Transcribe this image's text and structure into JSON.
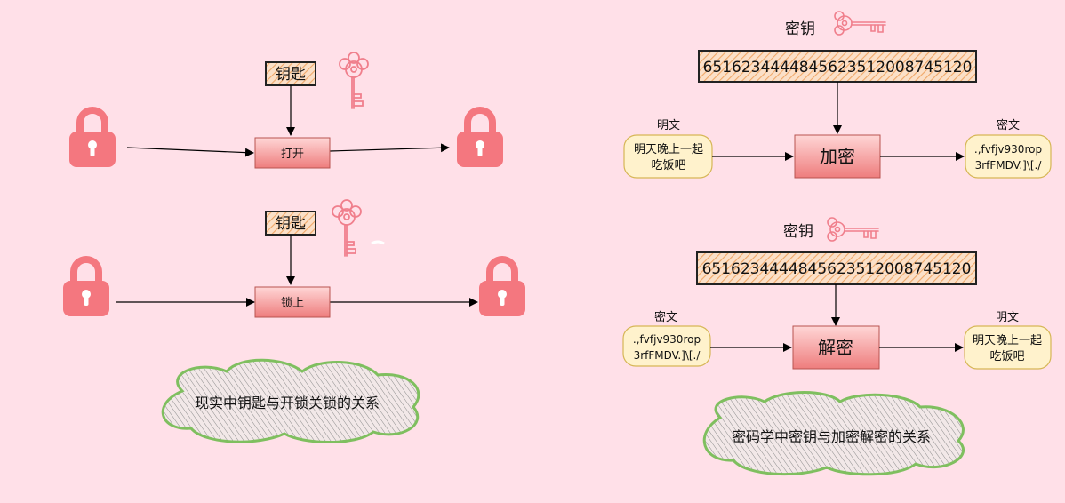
{
  "left": {
    "top_row": {
      "key_label": "钥匙",
      "action_label": "打开"
    },
    "bottom_row": {
      "key_label": "钥匙",
      "action_label": "锁上"
    },
    "caption": "现实中钥匙与开锁关锁的关系"
  },
  "right": {
    "encrypt": {
      "key_title": "密钥",
      "key_value": "6516234444845623512008745120",
      "input_title": "明文",
      "input_text_line1": "明天晚上一起",
      "input_text_line2": "吃饭吧",
      "action_label": "加密",
      "output_title": "密文",
      "output_text_line1": ".,fvfjv930rop",
      "output_text_line2": "3rfFMDV.]\\[./"
    },
    "decrypt": {
      "key_title": "密钥",
      "key_value": "6516234444845623512008745120",
      "input_title": "密文",
      "input_text_line1": ".,fvfjv930rop",
      "input_text_line2": "3rfFMDV.]\\[./",
      "action_label": "解密",
      "output_title": "明文",
      "output_text_line1": "明天晚上一起",
      "output_text_line2": "吃饭吧"
    },
    "caption": "密码学中密钥与加密解密的关系"
  },
  "colors": {
    "background": "#ffe0e8",
    "lock": "#f4777f",
    "key": "#f07f8c",
    "action_box": "#f08a8a",
    "text_box_fill": "#fff2cc",
    "text_box_stroke": "#d6b656",
    "key_box_fill": "#f7c99a",
    "cloud_stroke": "#7fbf5f"
  },
  "icons": [
    "lock-icon",
    "key-icon",
    "cloud-shape"
  ]
}
